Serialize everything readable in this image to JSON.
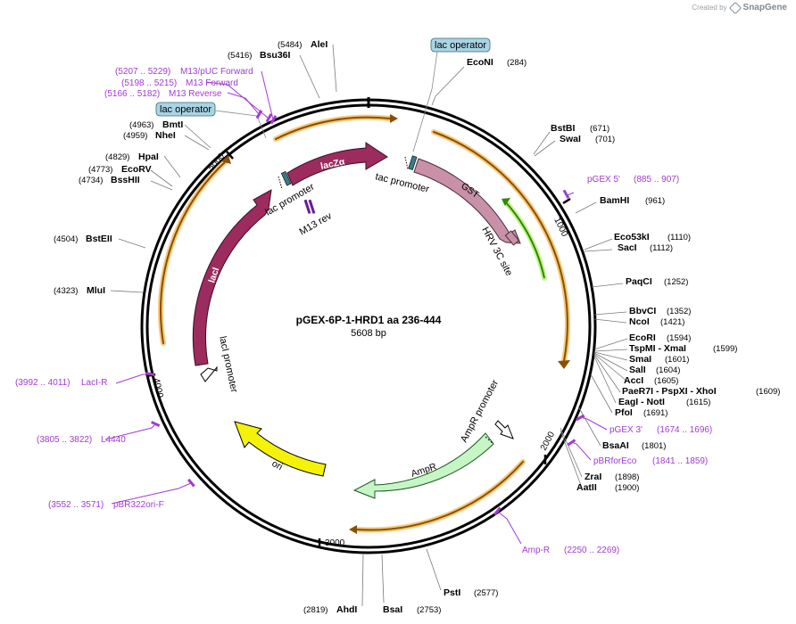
{
  "credit": {
    "created_by": "Created by",
    "brand": "SnapGene"
  },
  "plasmid": {
    "name": "pGEX-6P-1-HRD1 aa 236-444",
    "size_label": "5608 bp"
  },
  "ticks": [
    {
      "label": "1000",
      "bp": 1000
    },
    {
      "label": "2000",
      "bp": 2000
    },
    {
      "label": "3000",
      "bp": 3000
    },
    {
      "label": "4000",
      "bp": 4000
    },
    {
      "label": "5000",
      "bp": 5000
    }
  ],
  "features": [
    {
      "name": "lacZα",
      "label": "lacZα",
      "color": "#9c2b5e",
      "start": 5440,
      "end": 60
    },
    {
      "name": "GST",
      "label": "GST",
      "color": "#c891a8",
      "start": 258,
      "end": 930
    },
    {
      "name": "HRV 3C site",
      "label": "HRV 3C site",
      "color": "#c891a8",
      "start": 930,
      "end": 954
    },
    {
      "name": "ori",
      "label": "ori",
      "color": "#f5f20a",
      "start": 3300,
      "end": 3600
    },
    {
      "name": "AmpR",
      "label": "AmpR",
      "color": "#c6f5c6",
      "start": 2050,
      "end": 2800
    },
    {
      "name": "lacI",
      "label": "lacI",
      "color": "#9c2b5e",
      "start": 4000,
      "end": 5100
    },
    {
      "name": "tac promoter",
      "label": "tac promoter"
    },
    {
      "name": "lac promoter",
      "label": "lac promoter"
    },
    {
      "name": "lacI promoter",
      "label": "lacI promoter"
    },
    {
      "name": "AmpR promoter",
      "label": "AmpR promoter"
    },
    {
      "name": "M13 rev",
      "label": "M13 rev"
    }
  ],
  "lac_operators": [
    {
      "label": "lac operator",
      "bp": 5290
    },
    {
      "label": "lac operator",
      "bp": 225
    }
  ],
  "sites": [
    {
      "name": "EcoNI",
      "pos": "(284)"
    },
    {
      "name": "BstBI",
      "pos": "(671)"
    },
    {
      "name": "SwaI",
      "pos": "(701)"
    },
    {
      "name": "BamHI",
      "pos": "(961)"
    },
    {
      "name": "Eco53kI",
      "pos": "(1110)"
    },
    {
      "name": "SacI",
      "pos": "(1112)"
    },
    {
      "name": "PaqCI",
      "pos": "(1252)"
    },
    {
      "name": "BbvCI",
      "pos": "(1352)"
    },
    {
      "name": "NcoI",
      "pos": "(1421)"
    },
    {
      "name": "EcoRI",
      "pos": "(1594)"
    },
    {
      "name": "TspMI - XmaI",
      "pos": "(1599)"
    },
    {
      "name": "SmaI",
      "pos": "(1601)"
    },
    {
      "name": "SalI",
      "pos": "(1604)"
    },
    {
      "name": "AccI",
      "pos": "(1605)"
    },
    {
      "name": "PaeR7I - PspXI - XhoI",
      "pos": "(1609)"
    },
    {
      "name": "EagI - NotI",
      "pos": "(1615)"
    },
    {
      "name": "PfoI",
      "pos": "(1691)"
    },
    {
      "name": "BsaAI",
      "pos": "(1801)"
    },
    {
      "name": "ZraI",
      "pos": "(1898)"
    },
    {
      "name": "AatII",
      "pos": "(1900)"
    },
    {
      "name": "PstI",
      "pos": "(2577)"
    },
    {
      "name": "BsaI",
      "pos": "(2753)"
    },
    {
      "name": "AhdI",
      "pos": "(2819)"
    },
    {
      "name": "MluI",
      "pos": "(4323)"
    },
    {
      "name": "BstEII",
      "pos": "(4504)"
    },
    {
      "name": "BssHII",
      "pos": "(4734)"
    },
    {
      "name": "EcoRV",
      "pos": "(4773)"
    },
    {
      "name": "HpaI",
      "pos": "(4829)"
    },
    {
      "name": "NheI",
      "pos": "(4959)"
    },
    {
      "name": "BmtI",
      "pos": "(4963)"
    },
    {
      "name": "Bsu36I",
      "pos": "(5416)"
    },
    {
      "name": "AleI",
      "pos": "(5484)"
    }
  ],
  "primers": [
    {
      "name": "pGEX 5'",
      "range": "(885 .. 907)"
    },
    {
      "name": "pGEX 3'",
      "range": "(1674 .. 1696)"
    },
    {
      "name": "pBRforEco",
      "range": "(1841 .. 1859)"
    },
    {
      "name": "Amp-R",
      "range": "(2250 .. 2269)"
    },
    {
      "name": "pBR322ori-F",
      "range": "(3552 .. 3571)"
    },
    {
      "name": "L4440",
      "range": "(3805 .. 3822)"
    },
    {
      "name": "LacI-R",
      "range": "(3992 .. 4011)"
    },
    {
      "name": "M13 Reverse",
      "range": "(5166 .. 5182)"
    },
    {
      "name": "M13 Forward",
      "range": "(5198 .. 5215)"
    },
    {
      "name": "M13/pUC Forward",
      "range": "(5207 .. 5229)"
    }
  ]
}
